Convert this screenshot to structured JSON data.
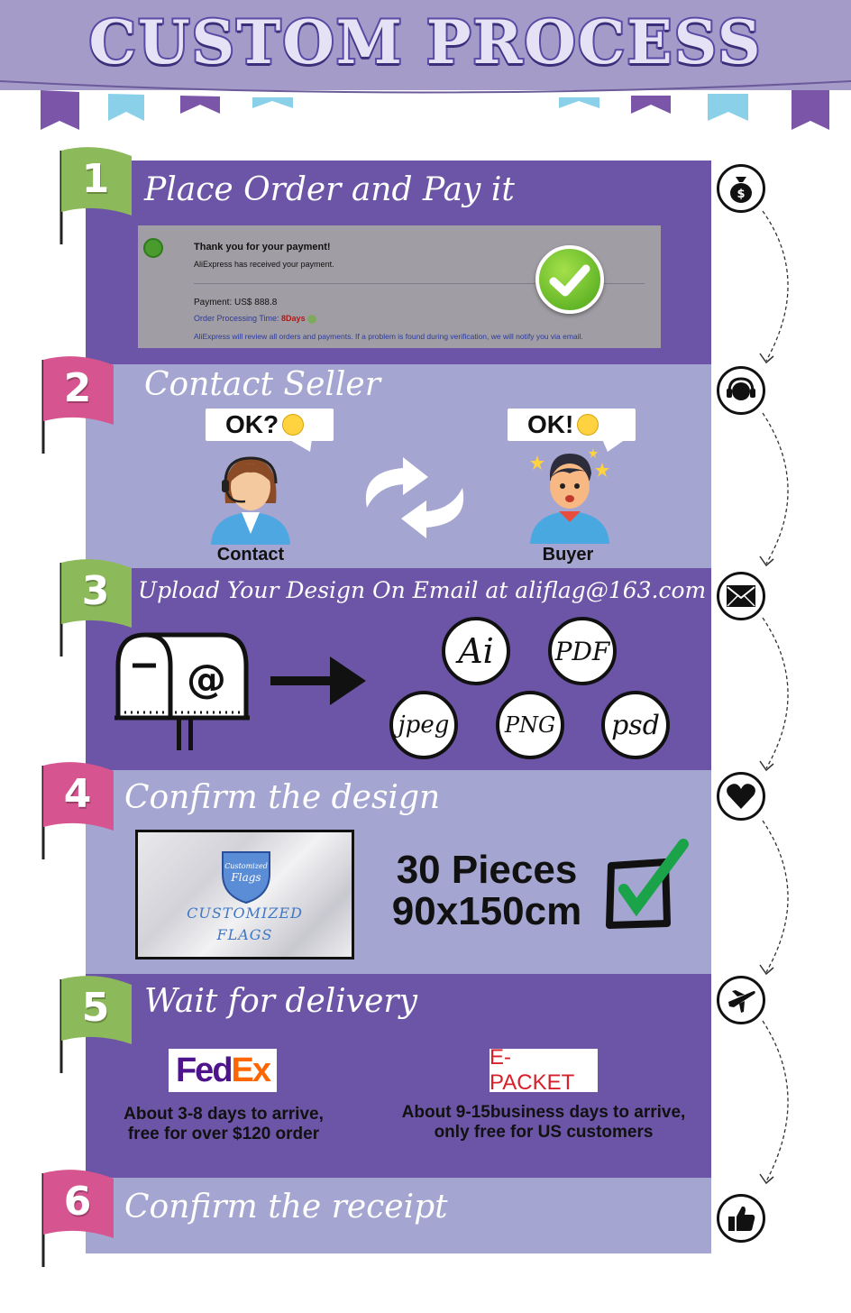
{
  "header": {
    "title": "CUSTOM PROCESS"
  },
  "steps": [
    {
      "number": "1",
      "title": "Place Order and Pay it"
    },
    {
      "number": "2",
      "title": "Contact Seller"
    },
    {
      "number": "3",
      "title": "Upload Your Design On Email at aliflag@163.com"
    },
    {
      "number": "4",
      "title": "Confirm the design"
    },
    {
      "number": "5",
      "title": "Wait for delivery"
    },
    {
      "number": "6",
      "title": "Confirm the receipt"
    }
  ],
  "payment": {
    "heading": "Thank you for your payment!",
    "received": "AliExpress has received your payment.",
    "payment_label": "Payment:",
    "payment_value": "US$ 888.8",
    "processing_label": "Order Processing Time:",
    "processing_value": "8Days",
    "review_note": "AliExpress will review all orders and payments. If a problem is found during verification, we will notify you via email."
  },
  "contact": {
    "left_bubble": "OK?",
    "right_bubble": "OK!",
    "left_label": "Contact",
    "right_label": "Buyer"
  },
  "upload": {
    "at_symbol": "@",
    "formats": [
      "Ai",
      "PDF",
      "jpeg",
      "PNG",
      "psd"
    ]
  },
  "design": {
    "badge_line1": "Customized",
    "badge_line2": "Flags",
    "caption_line1": "CUSTOMIZED",
    "caption_line2": "FLAGS",
    "quantity": "30 Pieces",
    "size": "90x150cm"
  },
  "delivery": {
    "fedex_part1": "Fed",
    "fedex_part2": "Ex",
    "fedex_line1": "About 3-8 days to arrive,",
    "fedex_line2": "free for over $120 order",
    "epacket": "E- PACKET",
    "epacket_line1": "About 9-15business days to arrive,",
    "epacket_line2": "only free for US customers"
  },
  "icons": [
    "money-bag-icon",
    "headset-icon",
    "envelope-icon",
    "heart-icon",
    "airplane-icon",
    "thumbs-up-icon"
  ],
  "colors": {
    "dark_panel": "#6c55a6",
    "light_panel": "#a5a5d1",
    "green_flag": "#8cb95a",
    "pink_flag": "#d6548f",
    "header_bg": "#a49bc9"
  }
}
